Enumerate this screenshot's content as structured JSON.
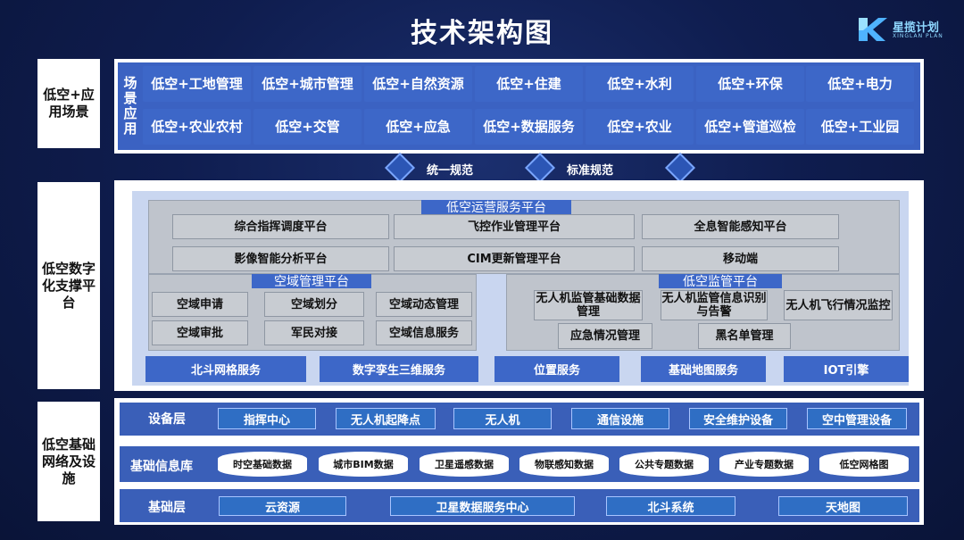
{
  "title": "技术架构图",
  "logo": {
    "name": "星揽计划",
    "sub": "XINGLAN PLAN"
  },
  "layers": {
    "application": {
      "label": "低空+应用场景",
      "side_label": "场景应用",
      "row1": [
        "低空+工地管理",
        "低空+城市管理",
        "低空+自然资源",
        "低空+住建",
        "低空+水利",
        "低空+环保",
        "低空+电力"
      ],
      "row2": [
        "低空+农业农村",
        "低空+交管",
        "低空+应急",
        "低空+数据服务",
        "低空+农业",
        "低空+管道巡检",
        "低空+工业园"
      ]
    },
    "connectors": [
      "统一规范",
      "标准规范"
    ],
    "digital": {
      "label": "低空数字化支撑平台",
      "operations": {
        "title": "低空运营服务平台",
        "items": [
          "综合指挥调度平台",
          "飞控作业管理平台",
          "全息智能感知平台",
          "影像智能分析平台",
          "CIM更新管理平台",
          "移动端"
        ]
      },
      "airspace": {
        "title": "空域管理平台",
        "items": [
          "空域申请",
          "空域划分",
          "空域动态管理",
          "空域审批",
          "军民对接",
          "空域信息服务"
        ]
      },
      "supervision": {
        "title": "低空监管平台",
        "items": [
          "无人机监管基础数据管理",
          "无人机监管信息识别与告警",
          "无人机飞行情况监控",
          "应急情况管理",
          "黑名单管理"
        ]
      },
      "services": [
        "北斗网格服务",
        "数字孪生三维服务",
        "位置服务",
        "基础地图服务",
        "IOT引擎"
      ]
    },
    "infrastructure": {
      "label": "低空基础网络及设施",
      "devices": {
        "label": "设备层",
        "items": [
          "指挥中心",
          "无人机起降点",
          "无人机",
          "通信设施",
          "安全维护设备",
          "空中管理设备"
        ]
      },
      "database": {
        "label": "基础信息库",
        "items": [
          "时空基础数据",
          "城市BIM数据",
          "卫星遥感数据",
          "物联感知数据",
          "公共专题数据",
          "产业专题数据",
          "低空网格图"
        ]
      },
      "base": {
        "label": "基础层",
        "items": [
          "云资源",
          "卫星数据服务中心",
          "北斗系统",
          "天地图"
        ]
      }
    }
  }
}
